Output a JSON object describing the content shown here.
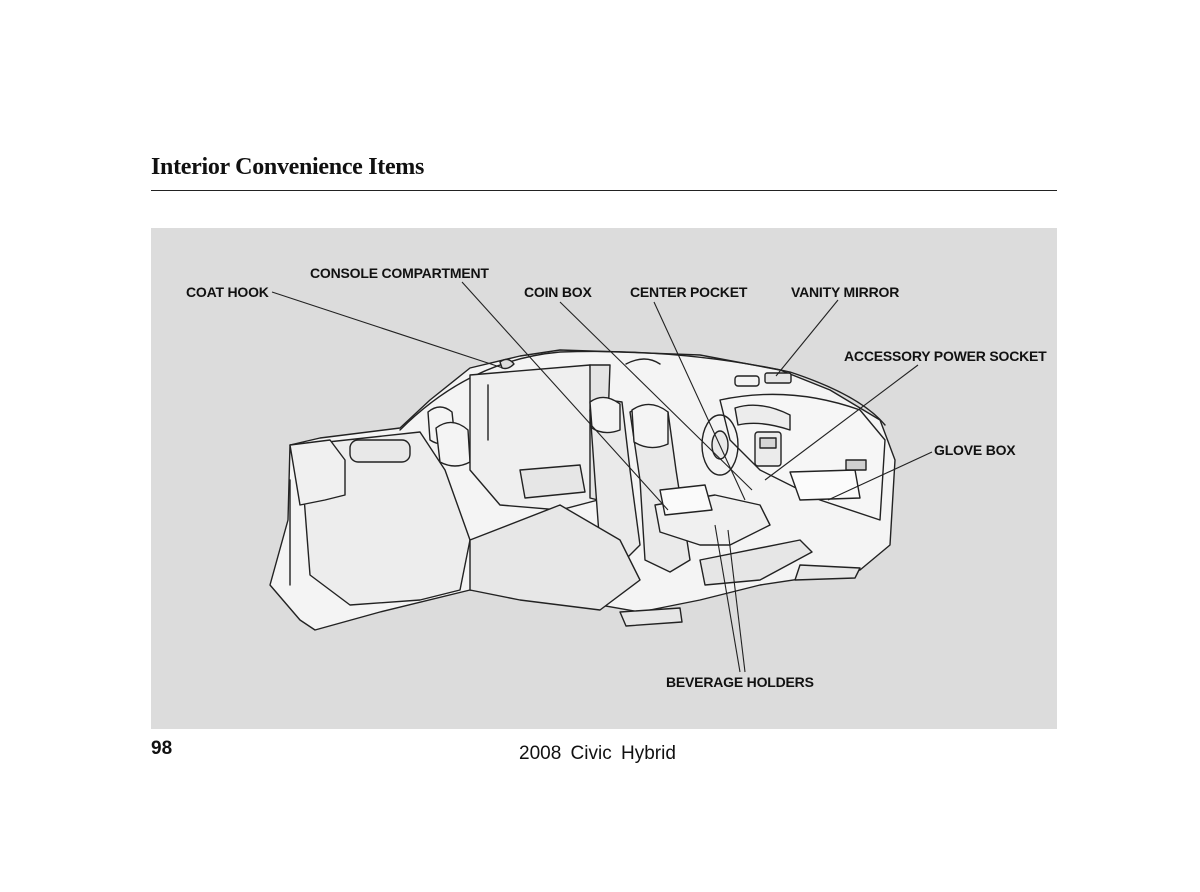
{
  "page": {
    "title": "Interior Convenience Items",
    "page_number": "98",
    "footer": "2008  Civic  Hybrid"
  },
  "figure": {
    "callouts": {
      "coat_hook": "COAT HOOK",
      "console_compartment": "CONSOLE COMPARTMENT",
      "coin_box": "COIN BOX",
      "center_pocket": "CENTER POCKET",
      "vanity_mirror": "VANITY MIRROR",
      "accessory_power_socket": "ACCESSORY POWER SOCKET",
      "glove_box": "GLOVE BOX",
      "beverage_holders": "BEVERAGE HOLDERS"
    },
    "background_color": "#dcdcdc"
  }
}
